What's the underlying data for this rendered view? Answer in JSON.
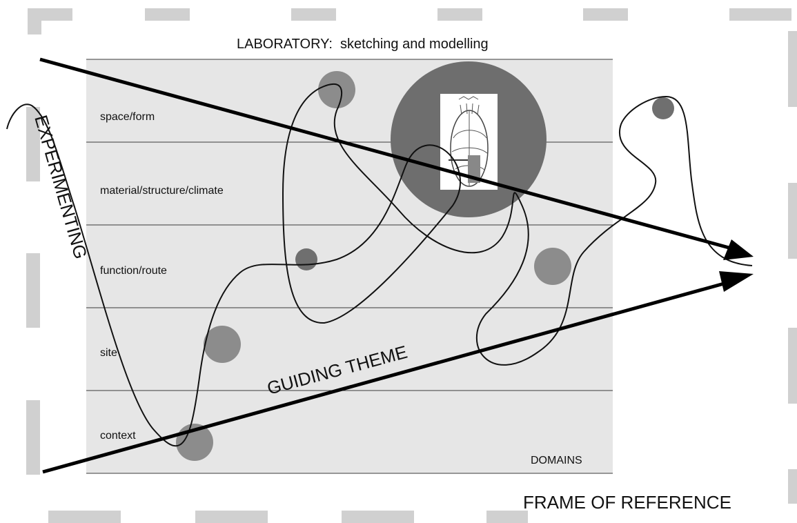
{
  "frame": {
    "title": "FRAME OF REFERENCE"
  },
  "laboratory": {
    "title": "LABORATORY:  sketching and modelling"
  },
  "domains": {
    "corner_label": "DOMAINS",
    "rows": [
      {
        "label": "space/form"
      },
      {
        "label": "material/structure/climate"
      },
      {
        "label": "function/route"
      },
      {
        "label": "site"
      },
      {
        "label": "context"
      }
    ]
  },
  "axes": {
    "experimenting": "EXPERIMENTING",
    "guiding_theme": "GUIDING THEME"
  },
  "colors": {
    "dash": "#d0d0d0",
    "panel": "#e6e6e6",
    "large_circle": "#6e6e6e",
    "circle_light": "#8c8c8c",
    "circle_dark": "#6f6f6f"
  },
  "sketch": {
    "description_icon": "pencil-sketch-icon"
  }
}
